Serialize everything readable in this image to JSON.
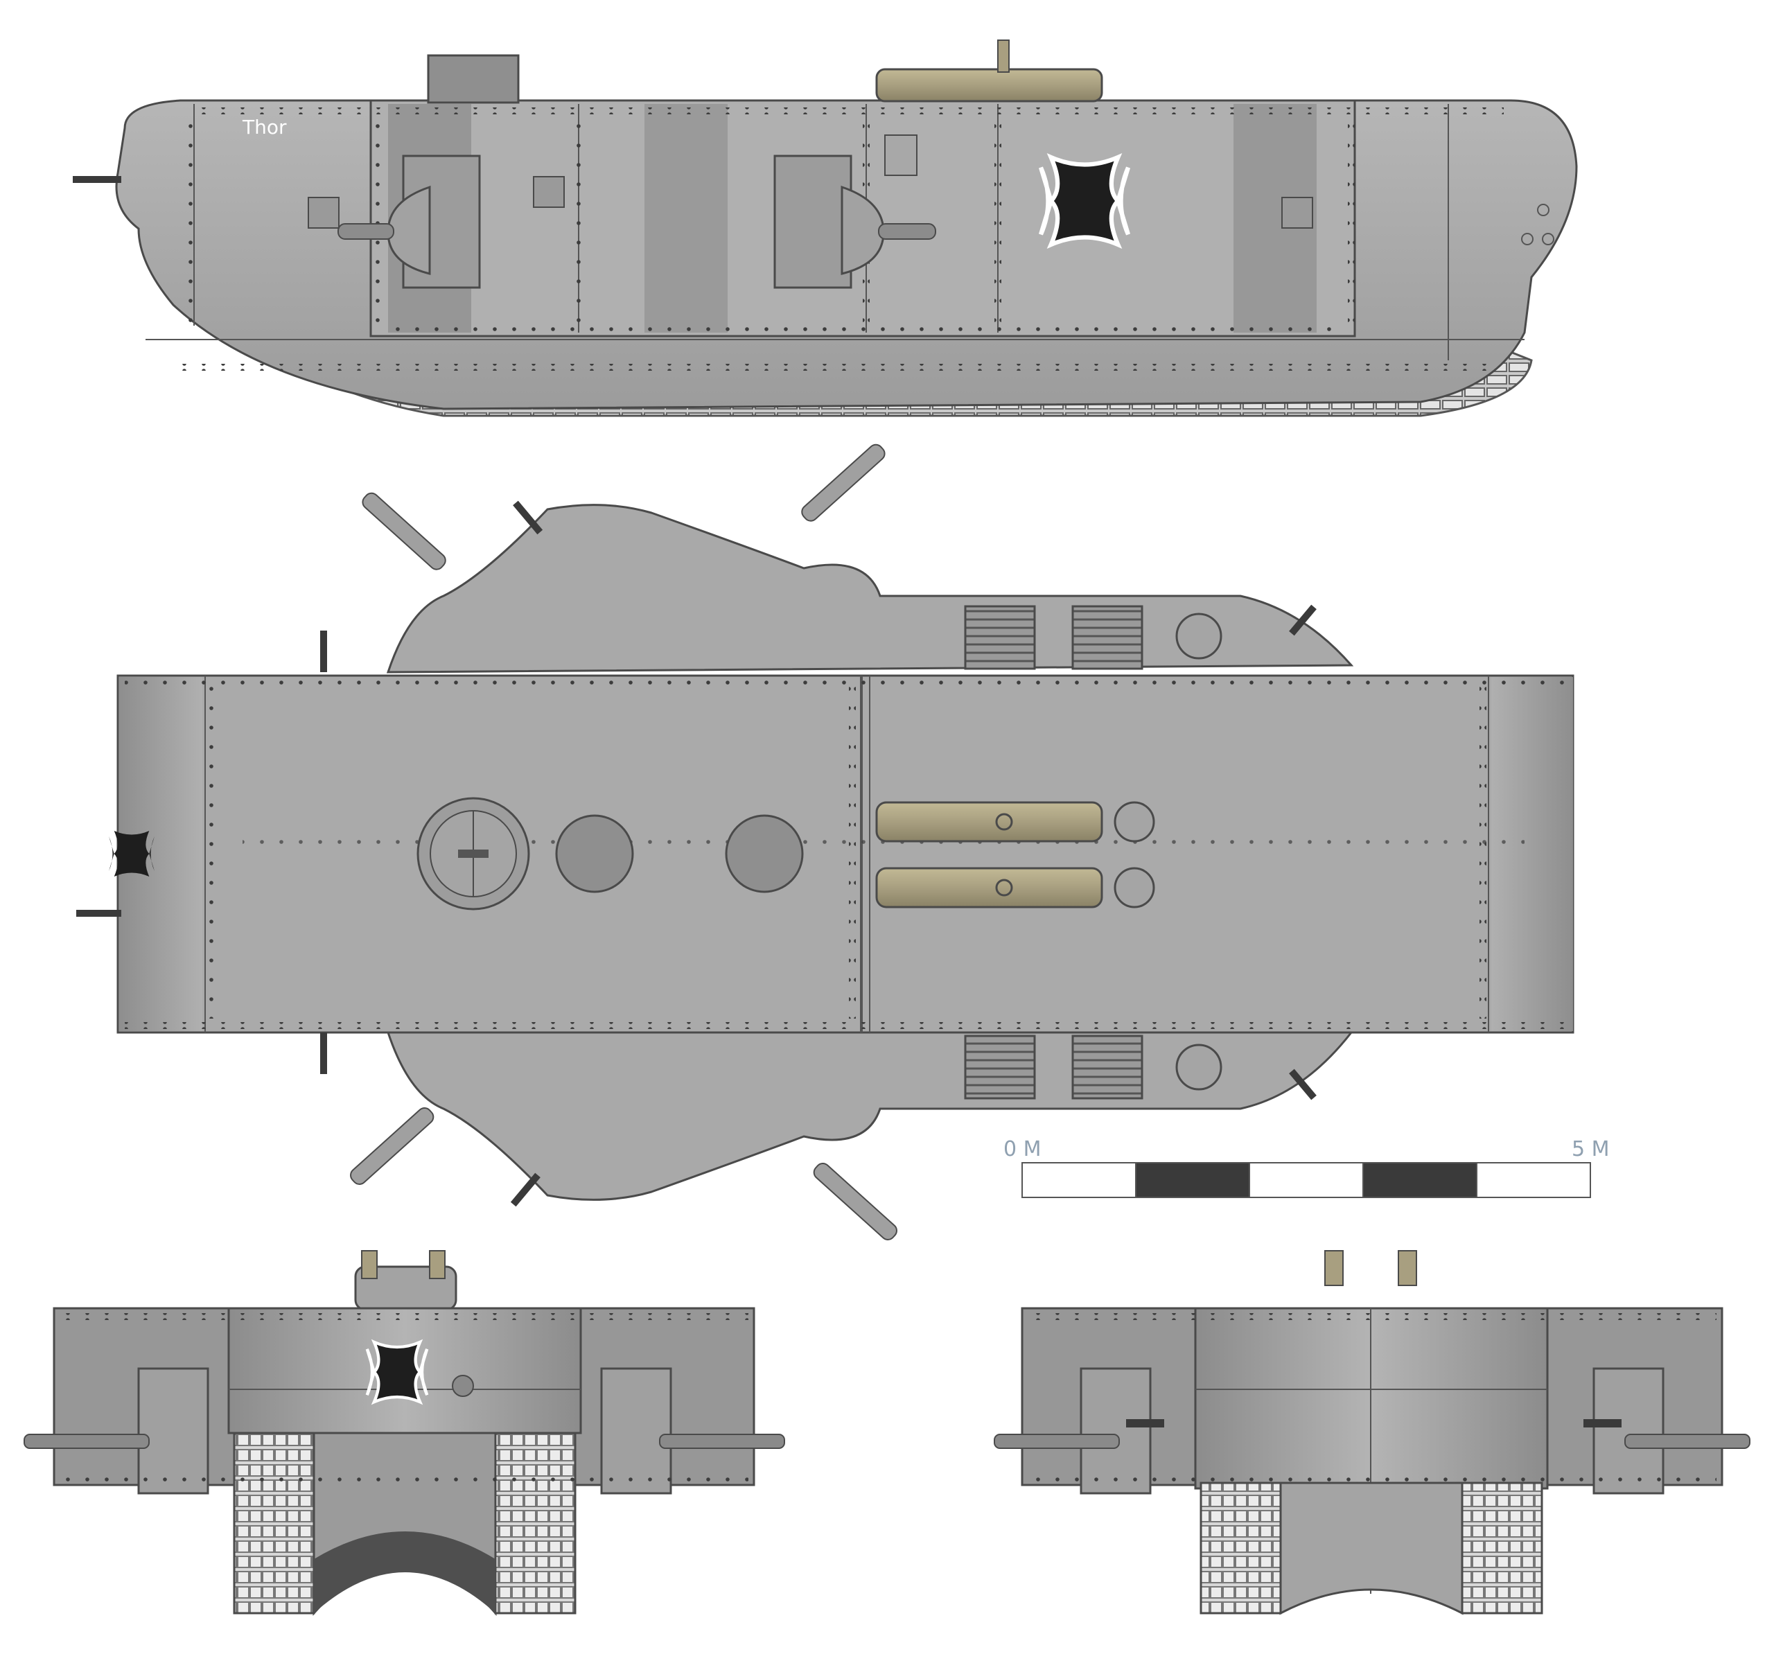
{
  "tank": {
    "name_marking": "Thor"
  },
  "scale_bar": {
    "start_label": "0 M",
    "end_label": "5 M",
    "segments": 5
  },
  "colors": {
    "hull": "#a8a8a8",
    "hull_dark": "#8a8a8a",
    "hull_light": "#bdbdbd",
    "outline": "#4a4a4a",
    "rivet": "#3c3c3c",
    "khaki": "#a89f80",
    "cross": "#1e1e1e",
    "scale_dark": "#3a3a3a"
  }
}
